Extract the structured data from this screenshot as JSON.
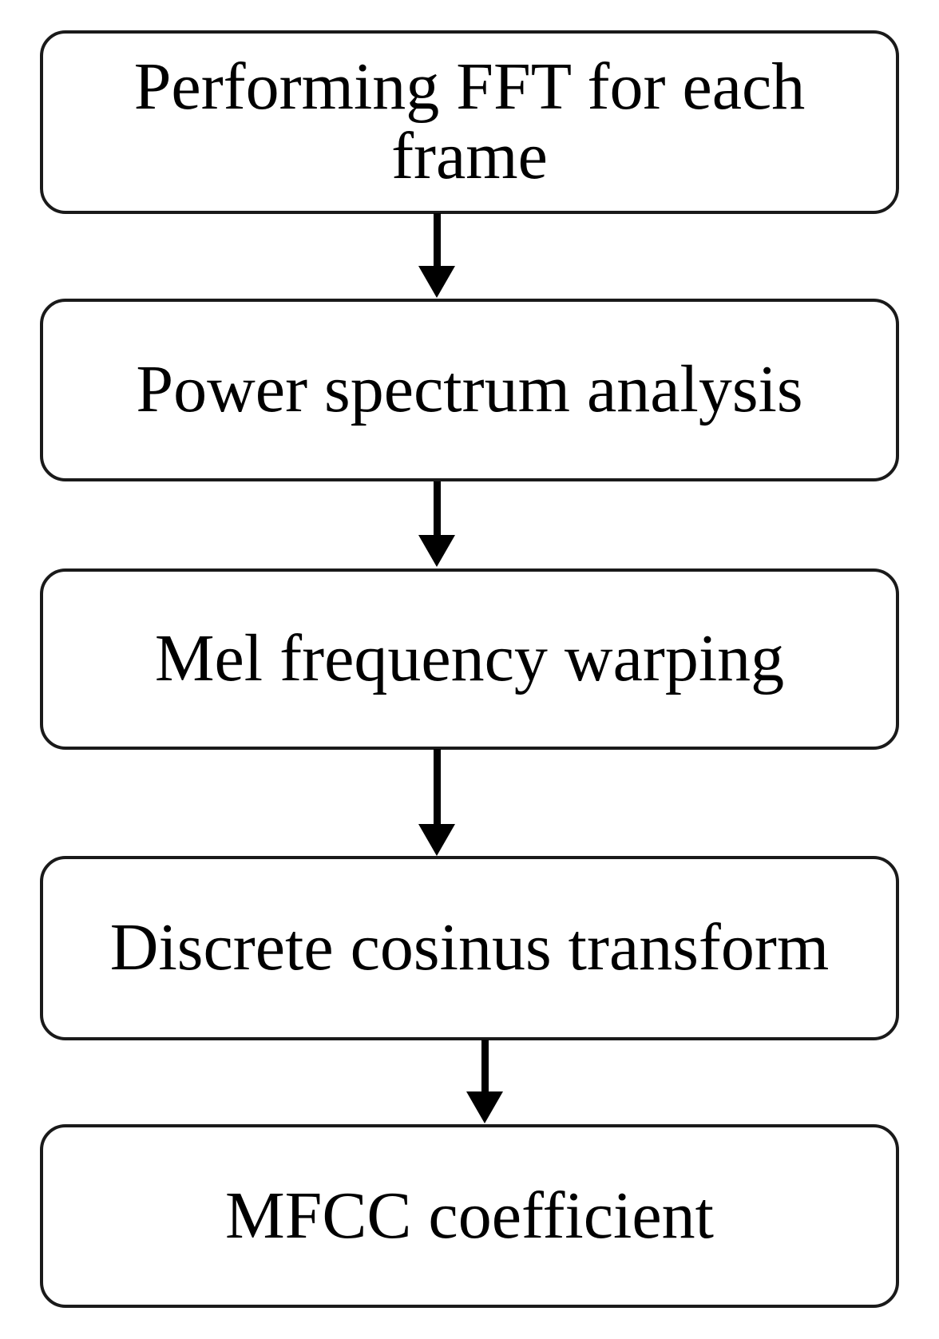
{
  "diagram": {
    "type": "flowchart",
    "direction": "top-down",
    "boxes": [
      {
        "label": "Performing FFT for each frame"
      },
      {
        "label": "Power spectrum analysis"
      },
      {
        "label": "Mel frequency warping"
      },
      {
        "label": "Discrete cosinus transform"
      },
      {
        "label": "MFCC coefficient"
      }
    ],
    "connectors": [
      {
        "from": 0,
        "to": 1,
        "style": "arrow-down"
      },
      {
        "from": 1,
        "to": 2,
        "style": "arrow-down"
      },
      {
        "from": 2,
        "to": 3,
        "style": "arrow-down"
      },
      {
        "from": 3,
        "to": 4,
        "style": "arrow-down"
      }
    ],
    "colors": {
      "background": "#ffffff",
      "border": "#1a1a1a",
      "text": "#000000",
      "arrow": "#000000"
    }
  }
}
